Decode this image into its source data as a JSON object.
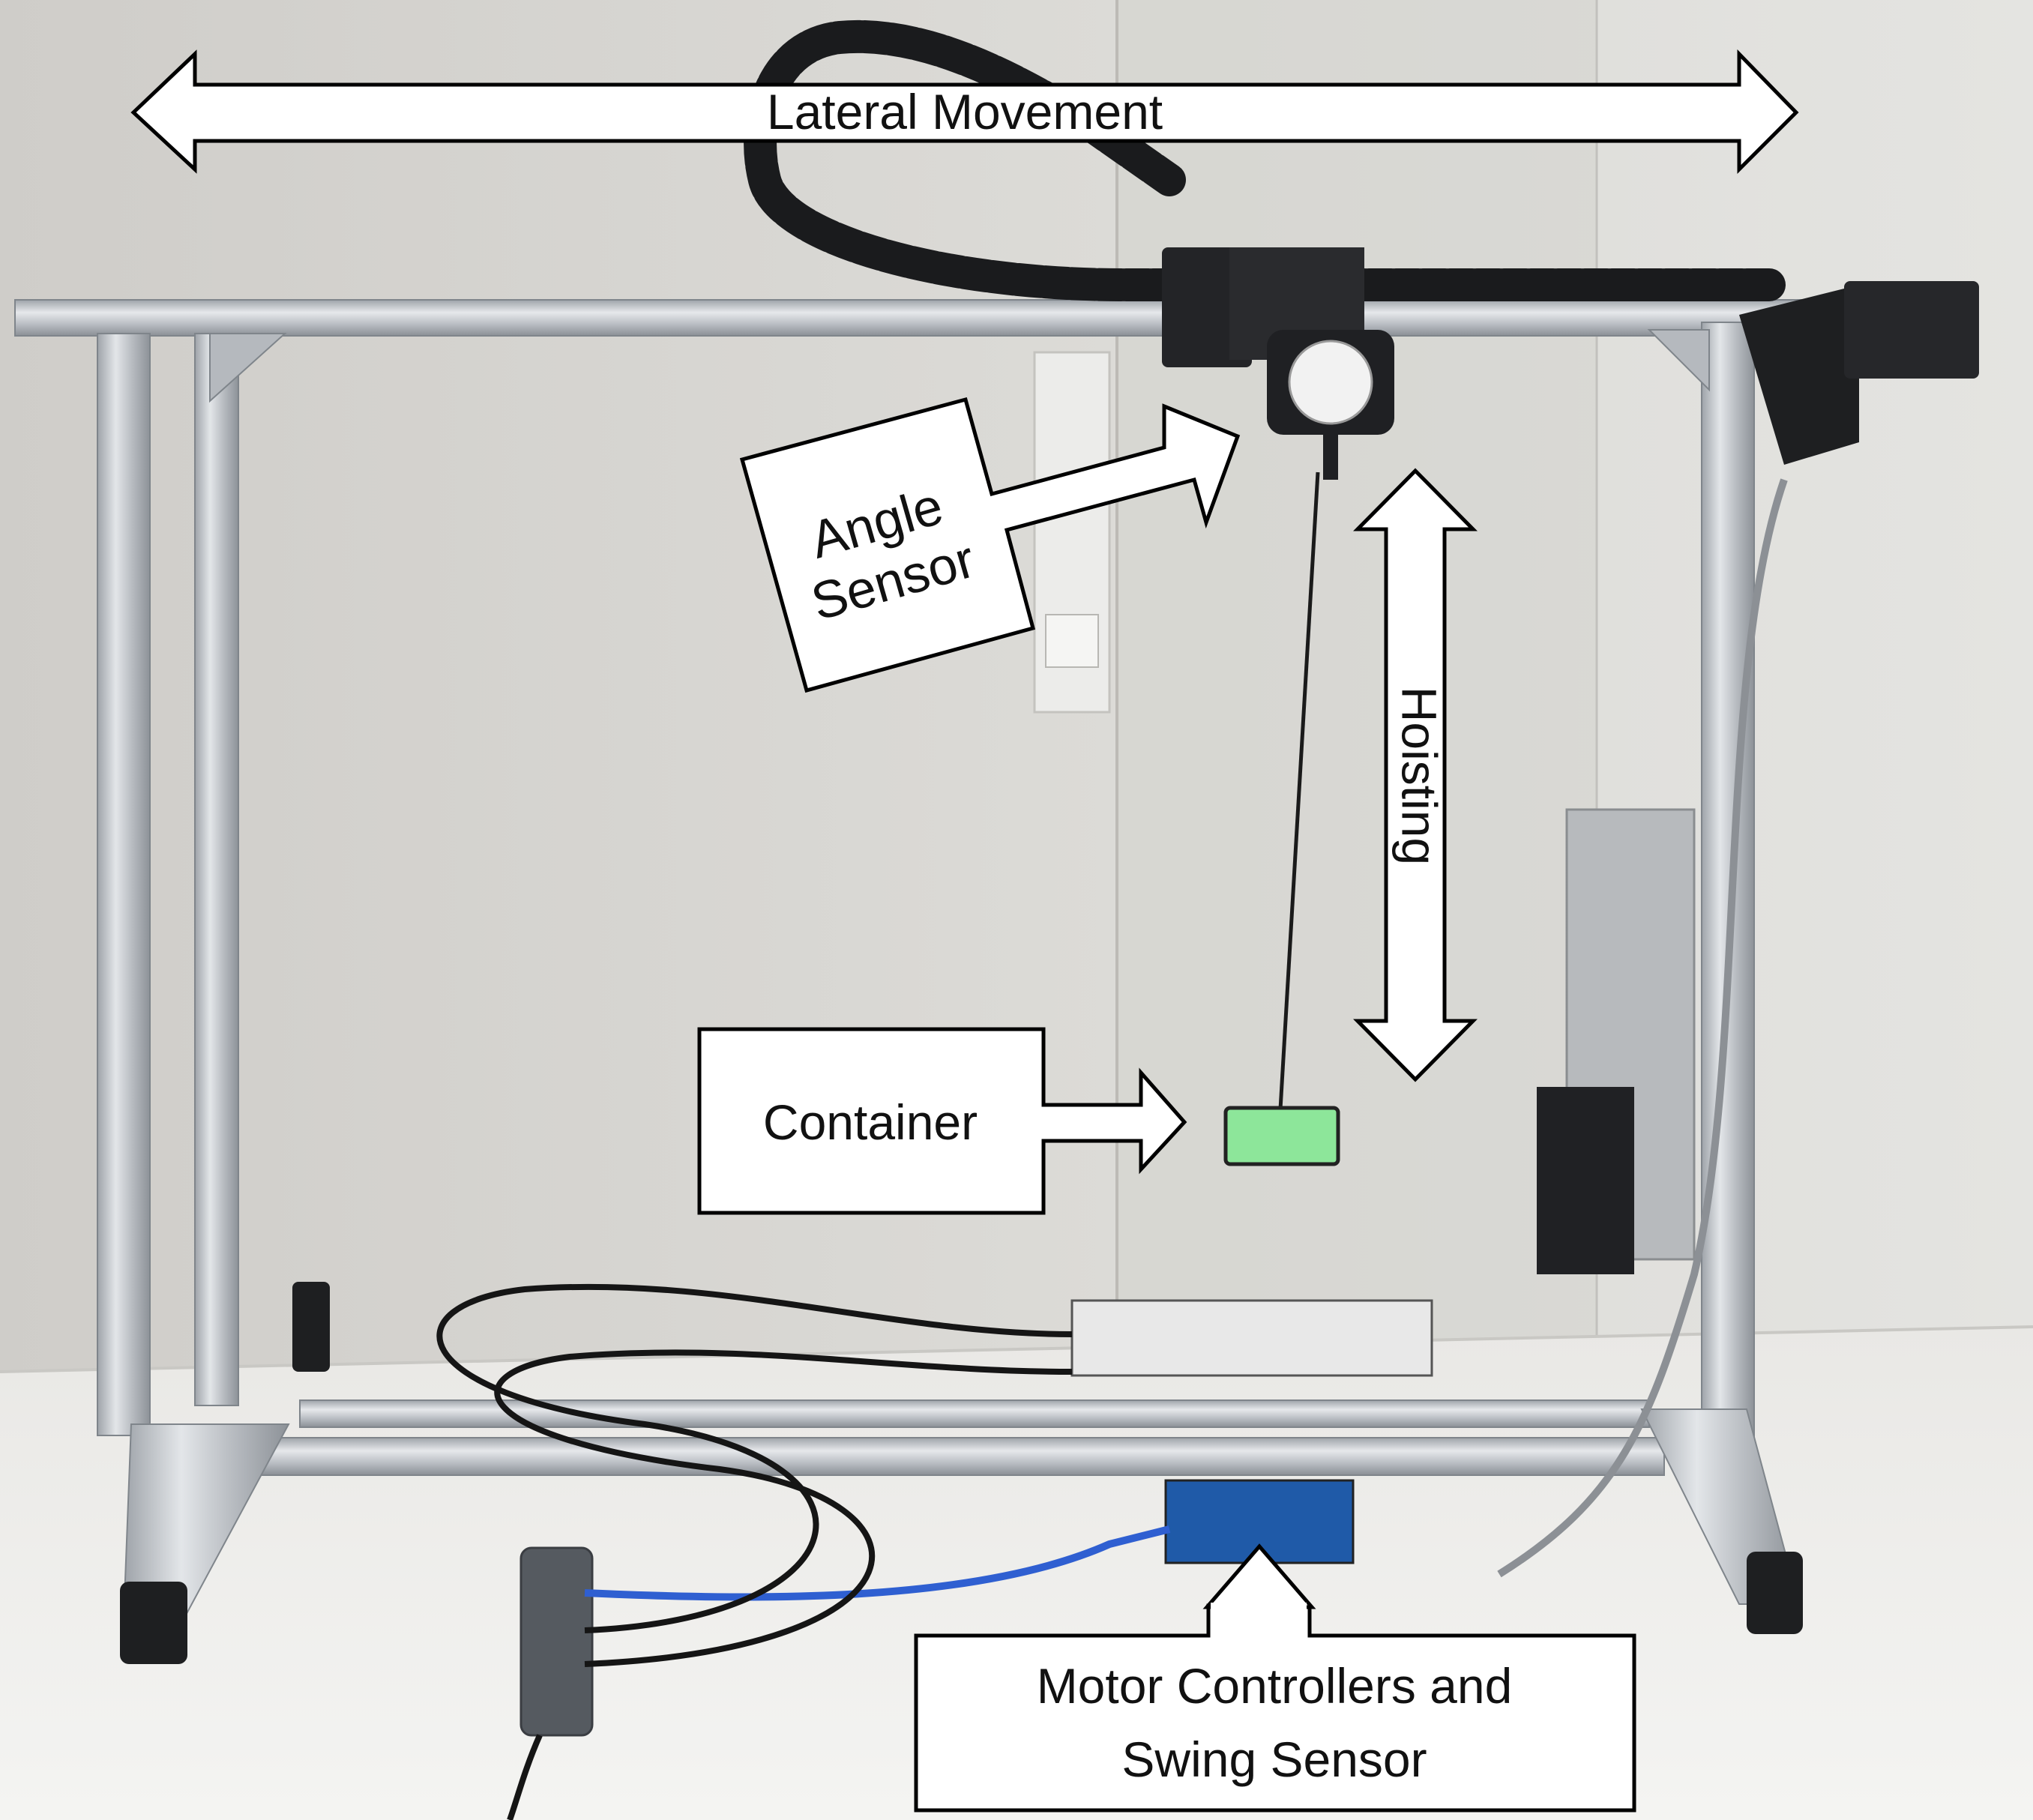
{
  "annotations": {
    "lateral_movement": "Lateral Movement",
    "angle_sensor_line1": "Angle",
    "angle_sensor_line2": "Sensor",
    "hoisting": "Hoisting",
    "container": "Container",
    "motor_controllers_line1": "Motor Controllers and",
    "motor_controllers_line2": "Swing Sensor"
  },
  "colors": {
    "wall": "#d9d8d4",
    "table": "#eeeeec",
    "aluminium": "#c8cbcf",
    "container_green": "#8de69a",
    "arrow_fill": "#ffffff",
    "arrow_stroke": "#000000"
  }
}
